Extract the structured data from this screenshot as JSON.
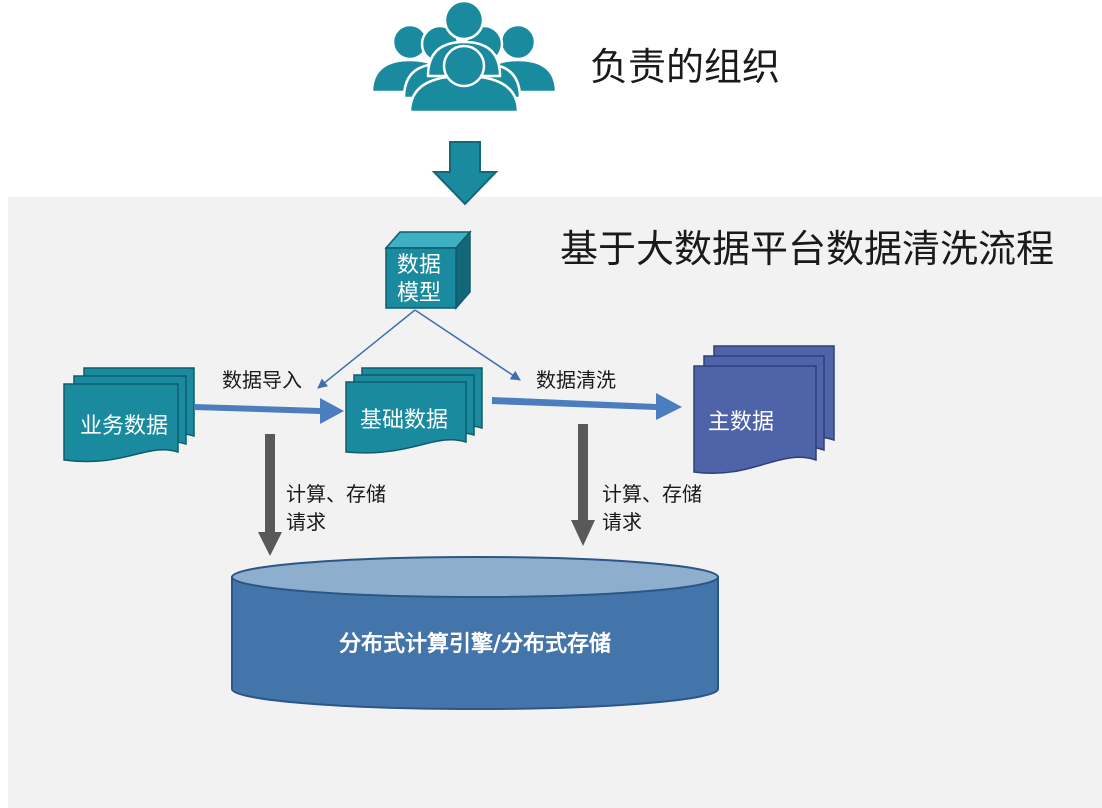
{
  "organization": {
    "title": "负责的组织",
    "icon": "people-group-icon"
  },
  "flow_title": "基于大数据平台数据清洗流程",
  "nodes": {
    "data_model": {
      "line1": "数据",
      "line2": "模型"
    },
    "business_data": "业务数据",
    "base_data": "基础数据",
    "master_data": "主数据",
    "storage": "分布式计算引擎/分布式存储"
  },
  "edges": {
    "import": "数据导入",
    "cleaning": "数据清洗",
    "request_left": {
      "line1": "计算、存储",
      "line2": "请求"
    },
    "request_right": {
      "line1": "计算、存储",
      "line2": "请求"
    }
  },
  "colors": {
    "teal": "#1a8a9e",
    "teal_dark": "#126878",
    "blue_arrow": "#4a7ebf",
    "master_blue": "#4f63a8",
    "db_body": "#4375ab",
    "db_top": "#8eaecd",
    "gray_arrow": "#595959",
    "panel_bg": "#f2f2f2"
  }
}
